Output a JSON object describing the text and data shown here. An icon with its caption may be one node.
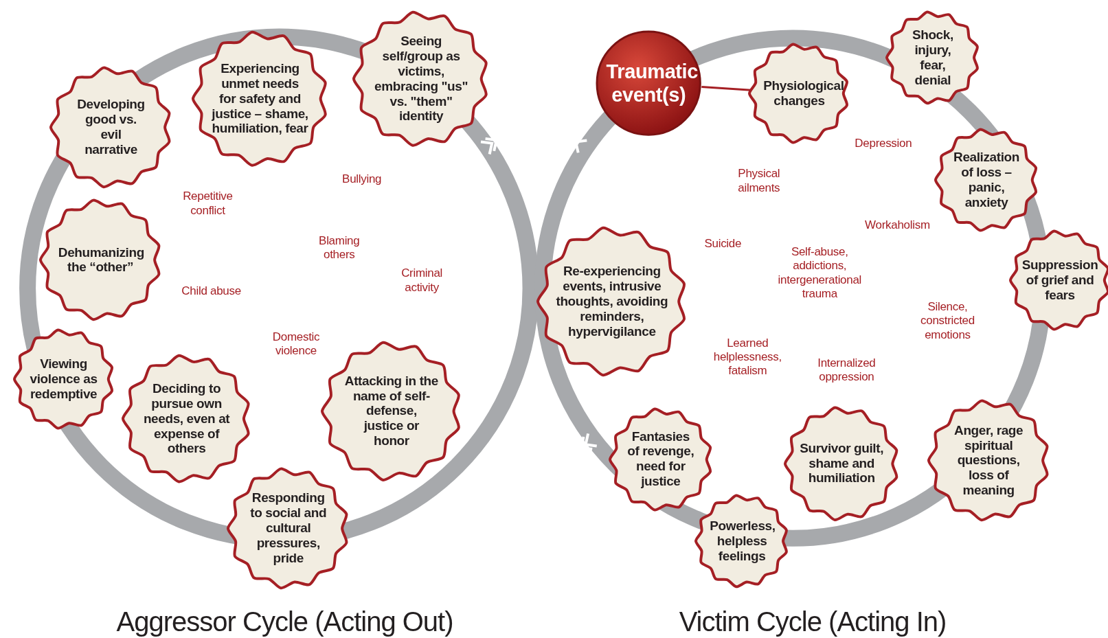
{
  "diagram": {
    "nodes": [
      {
        "text": [
          "Developing good vs. evil narrative"
        ]
      },
      {
        "text": [
          "Experiencing unmet needs for safety and justice – shame, humiliation, fear"
        ]
      },
      {
        "text": [
          "Seeing self/group as victims, embracing \"us\" vs. \"them\" identity"
        ]
      },
      {
        "text": [
          "Dehumanizing the “other”"
        ]
      },
      {
        "text": [
          "Viewing violence as redemptive"
        ]
      },
      {
        "text": [
          "Deciding to pursue own needs, even at expense of others"
        ]
      },
      {
        "text": [
          "Attacking in the name of self-defense, justice or honor"
        ]
      },
      {
        "text": [
          "Responding to social and cultural pressures, pride"
        ]
      },
      {
        "text": [
          "Traumatic event(s)"
        ]
      },
      {
        "text": [
          "Physiological changes"
        ]
      },
      {
        "text": [
          "Shock, injury, fear, denial"
        ]
      },
      {
        "text": [
          "Realization of loss – panic, anxiety"
        ]
      },
      {
        "text": [
          "Suppression of grief and fears"
        ]
      },
      {
        "text": [
          "Re-experiencing events, intrusive thoughts, avoiding reminders, hypervigilance"
        ]
      },
      {
        "text": [
          "Anger, rage spiritual questions, loss of meaning"
        ]
      },
      {
        "text": [
          "Survivor guilt, shame and humiliation"
        ]
      },
      {
        "text": [
          "Fantasies of revenge, need for justice"
        ]
      },
      {
        "text": [
          "Powerless, helpless feelings"
        ]
      }
    ],
    "edges": [
      {
        "from": 8,
        "to": 9,
        "arrow": "none",
        "color": "#a51f24"
      }
    ],
    "labels": [
      "Repetitive conflict",
      "Bullying",
      "Blaming others",
      "Child abuse",
      "Criminal activity",
      "Domestic violence",
      "Physical ailments",
      "Depression",
      "Workaholism",
      "Suicide",
      "Self-abuse, addictions, intergenerational trauma",
      "Silence, constricted emotions",
      "Learned helplessness, fatalism",
      "Internalized oppression",
      "Aggressor Cycle (Acting Out)",
      "Victim Cycle (Acting In)"
    ]
  }
}
